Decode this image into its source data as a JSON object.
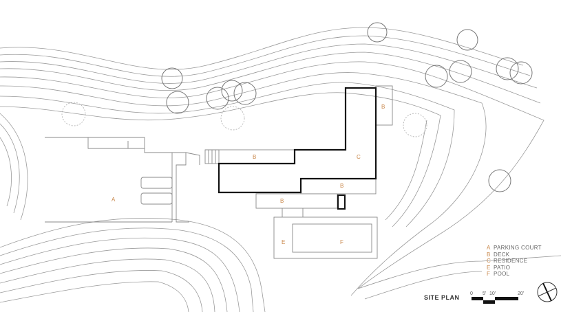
{
  "title": "SITE PLAN",
  "plan_labels": {
    "A": "A",
    "B": "B",
    "C": "C",
    "E": "E",
    "F": "F"
  },
  "legend": [
    {
      "key": "A",
      "label": "PARKING COURT"
    },
    {
      "key": "B",
      "label": "DECK"
    },
    {
      "key": "C",
      "label": "RESIDENCE"
    },
    {
      "key": "E",
      "label": "PATIO"
    },
    {
      "key": "F",
      "label": "POOL"
    }
  ],
  "scale": {
    "t0": "0",
    "t1": "5'",
    "t2": "10'",
    "t3": "20'"
  },
  "colors": {
    "label": "#c8874a",
    "building": "#111111",
    "contour": "#9a9a9a"
  }
}
